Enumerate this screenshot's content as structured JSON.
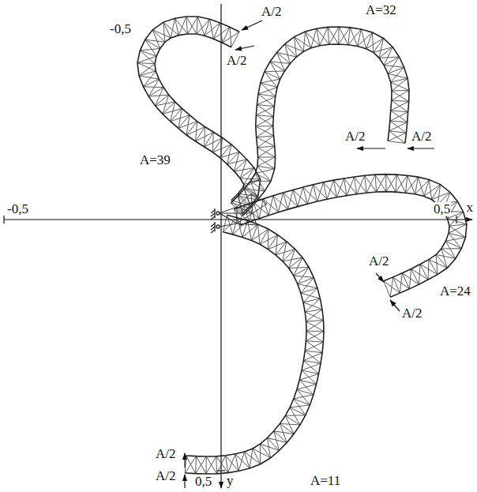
{
  "diagram": {
    "labels": [
      "A/2",
      "A/2",
      "A=32",
      "A=39",
      "-0,5",
      "A/2",
      "A/2",
      "-0,5",
      "0,5",
      "x",
      "A/2",
      "A/2",
      "A=24",
      "A/2",
      "A/2",
      "0,5",
      "y",
      "A=11"
    ]
  }
}
